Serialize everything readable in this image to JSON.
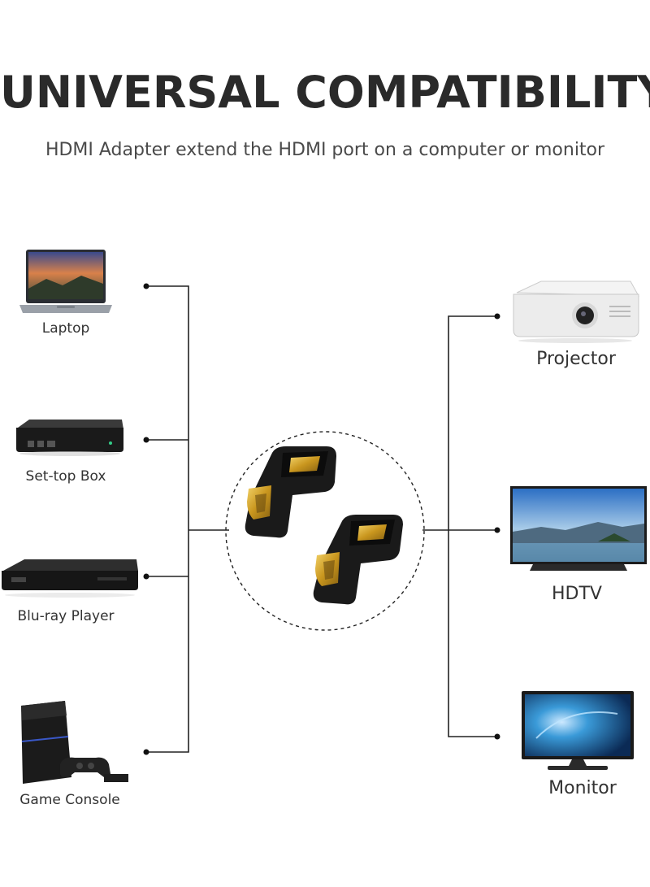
{
  "header": {
    "title": "UNIVERSAL COMPATIBILITY",
    "subtitle": "HDMI Adapter extend the HDMI port on a computer or monitor"
  },
  "sources": [
    {
      "label": "Laptop",
      "icon": "laptop-icon"
    },
    {
      "label": "Set-top Box",
      "icon": "set-top-box-icon"
    },
    {
      "label": "Blu-ray Player",
      "icon": "blu-ray-player-icon"
    },
    {
      "label": "Game Console",
      "icon": "game-console-icon"
    }
  ],
  "displays": [
    {
      "label": "Projector",
      "icon": "projector-icon"
    },
    {
      "label": "HDTV",
      "icon": "hdtv-icon"
    },
    {
      "label": "Monitor",
      "icon": "monitor-icon"
    }
  ],
  "center": {
    "icon": "hdmi-adapter-icon"
  },
  "colors": {
    "text": "#2a2a2a",
    "gold": "#d4a52a",
    "adapter": "#1c1c1c",
    "line": "#222222"
  }
}
